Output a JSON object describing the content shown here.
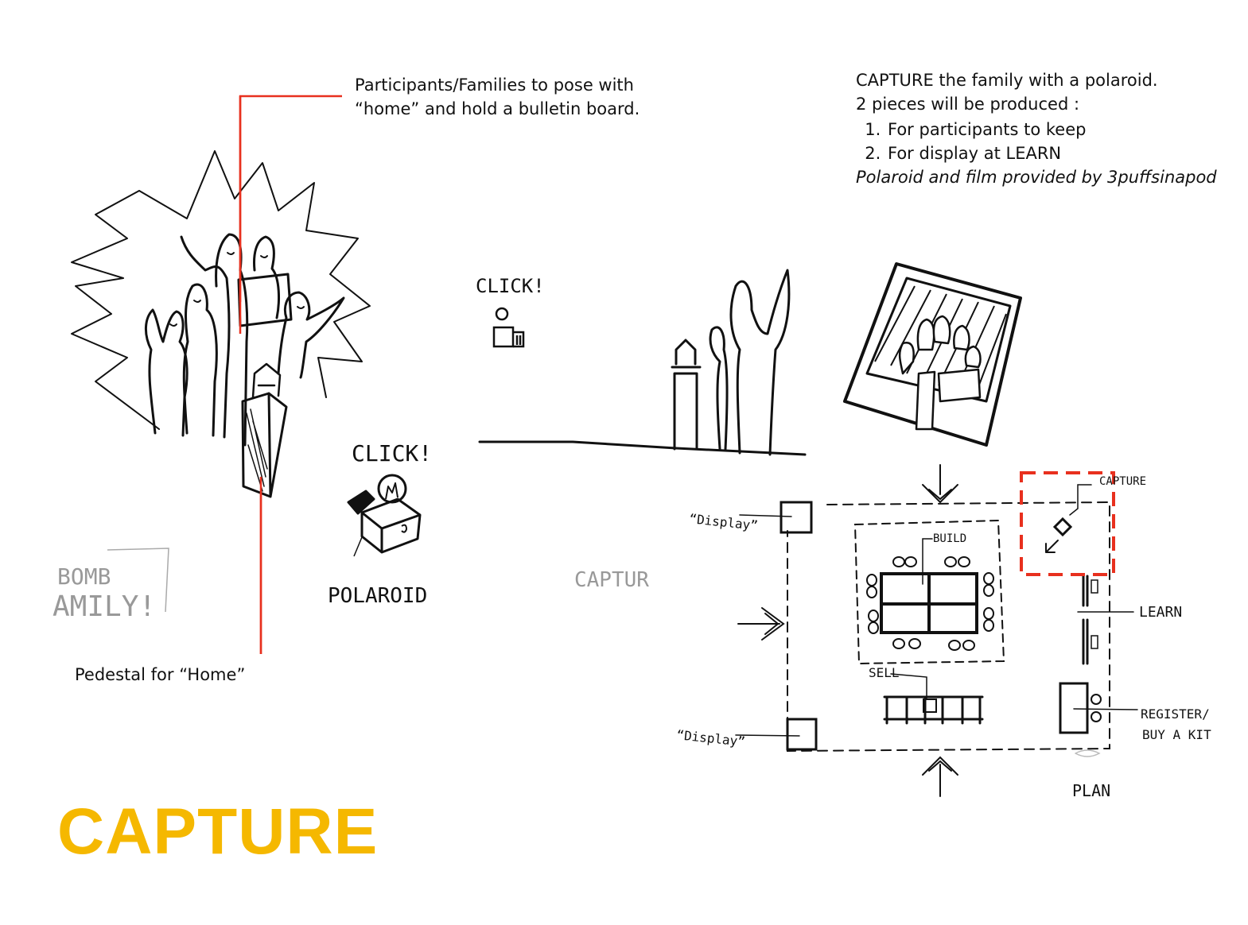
{
  "title": "CAPTURE",
  "callouts": {
    "top_line1": "Participants/Families to pose with",
    "top_line2": "“home” and hold a bulletin board.",
    "bottom": "Pedestal for “Home”"
  },
  "info": {
    "line1": "CAPTURE the family with a polaroid.",
    "line2": "2 pieces will be produced :",
    "items": [
      "For participants to keep",
      "For display at LEARN"
    ],
    "credit": "Polaroid and film provided by 3puffsinapod"
  },
  "sketch_labels": {
    "click_1": "CLICK!",
    "click_2": "CLICK!",
    "polaroid": "POLAROID",
    "bomb_1": "BOMB",
    "bomb_2": "AMILY!",
    "captur_faint": "CAPTUR",
    "display_top": "“Display”",
    "display_bottom": "“Display”",
    "build": "BUILD",
    "sell": "SELL",
    "capture_zone": "CAPTURE",
    "learn": "LEARN",
    "register_1": "REGISTER/",
    "register_2": "BUY A KIT",
    "plan": "PLAN"
  },
  "colors": {
    "title": "#f5b800",
    "callout_line": "#e8301e",
    "capture_box": "#e8301e",
    "ink": "#111111"
  }
}
